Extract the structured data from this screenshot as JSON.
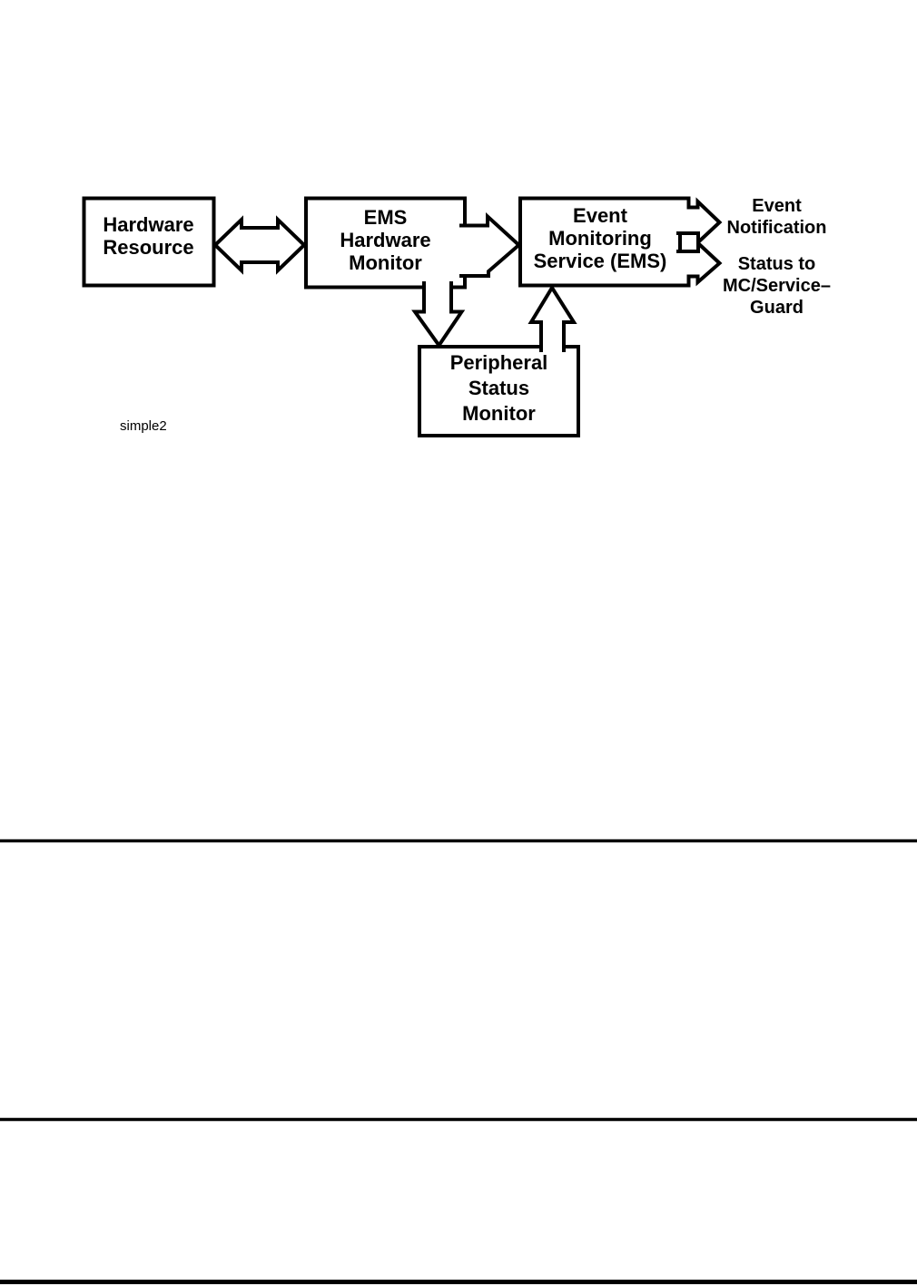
{
  "figure": {
    "boxes": {
      "hardware_resource": {
        "lines": [
          "Hardware",
          "Resource"
        ]
      },
      "ems_hardware_monitor": {
        "lines": [
          "EMS",
          "Hardware",
          "Monitor"
        ]
      },
      "event_monitoring_service": {
        "lines": [
          "Event",
          "Monitoring",
          "Service (EMS)"
        ]
      },
      "peripheral_status_monitor": {
        "lines": [
          "Peripheral",
          "Status",
          "Monitor"
        ]
      }
    },
    "outputs": {
      "event_notification": {
        "lines": [
          "Event",
          "Notification"
        ]
      },
      "status_to_mc_serviceguard": {
        "lines": [
          "Status to",
          "MC/Service–",
          "Guard"
        ]
      }
    },
    "caption": "simple2"
  },
  "colors": {
    "ink": "#000000",
    "paper": "#ffffff"
  }
}
